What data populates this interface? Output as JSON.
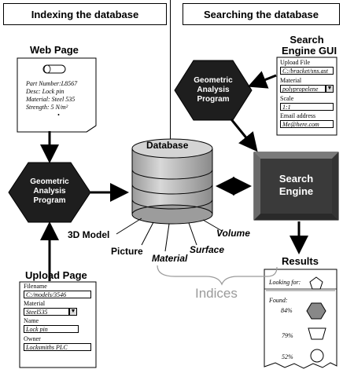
{
  "headers": {
    "left": "Indexing the database",
    "right": "Searching the database"
  },
  "web_page": {
    "title": "Web Page",
    "lines": [
      "Part Number:L8567",
      "Desc: Lock pin",
      "Material: Steel 535",
      "Strength: 5 N/m²",
      "•"
    ]
  },
  "geometric_left": {
    "line1": "Geometric",
    "line2": "Analysis",
    "line3": "Program"
  },
  "geometric_right": {
    "line1": "Geometric",
    "line2": "Analysis",
    "line3": "Program"
  },
  "search_gui": {
    "title_line1": "Search",
    "title_line2": "Engine GUI",
    "upload_label": "Upload File",
    "upload_value": "C:/bracket/sns.ast",
    "material_label": "Material",
    "material_value": "polypropelene",
    "scale_label": "Scale",
    "scale_value": "1:1",
    "email_label": "Email address",
    "email_value": "Me@here.com"
  },
  "database": {
    "label": "Database"
  },
  "search_engine": {
    "line1": "Search",
    "line2": "Engine"
  },
  "indices": {
    "label": "Indices",
    "items": [
      "3D Model",
      "Picture",
      "Material",
      "Surface",
      "Volume"
    ]
  },
  "upload_page": {
    "title": "Upload Page",
    "filename_label": "Filename",
    "filename_value": "C:/models/3546",
    "material_label": "Material",
    "material_value": "Steel535",
    "name_label": "Name",
    "name_value": "Lock pin",
    "owner_label": "Owner",
    "owner_value": "Locksmiths PLC"
  },
  "results": {
    "title": "Results",
    "looking_for": "Looking for:",
    "found": "Found:",
    "matches": [
      "84%",
      "79%",
      "52%"
    ]
  },
  "colors": {
    "hexagon": "#1e1e1e",
    "engine": "#555555",
    "engine_face": "#3a3a3a",
    "cylinder": "#b4b4b4",
    "indices_text": "#9a9a9a"
  }
}
